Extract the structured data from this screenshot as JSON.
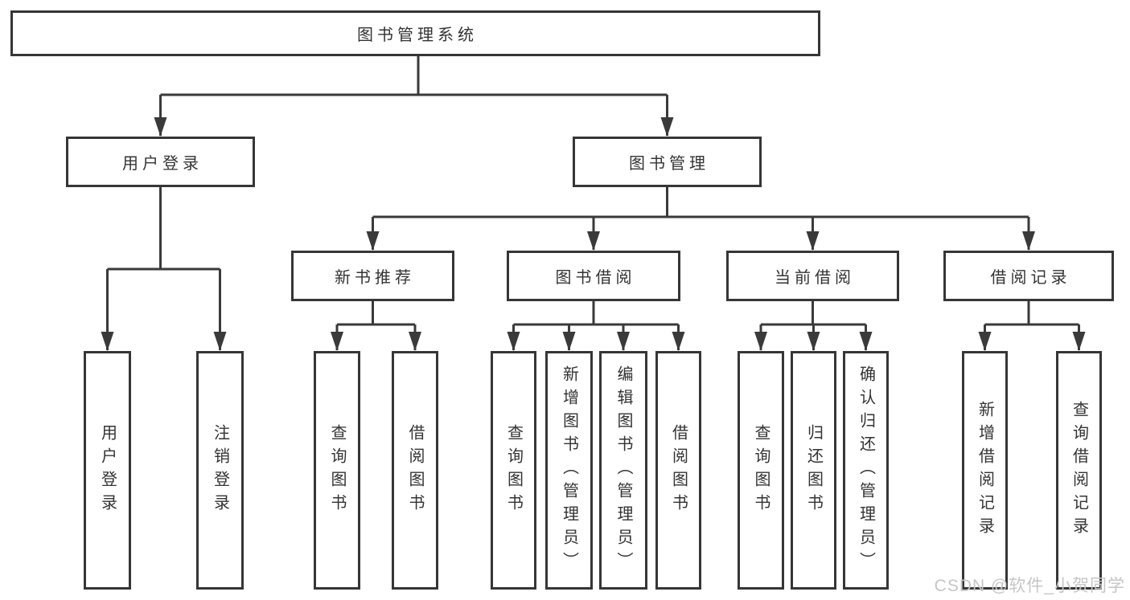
{
  "diagram": {
    "type": "hierarchy-tree",
    "tree": {
      "root": {
        "label": "图书管理系统"
      },
      "branches": [
        {
          "label": "用户登录",
          "children": [
            {
              "label": "用户登录"
            },
            {
              "label": "注销登录"
            }
          ]
        },
        {
          "label": "图书管理",
          "children": [
            {
              "label": "新书推荐",
              "children": [
                {
                  "label": "查询图书"
                },
                {
                  "label": "借阅图书"
                }
              ]
            },
            {
              "label": "图书借阅",
              "children": [
                {
                  "label": "查询图书"
                },
                {
                  "label": "新增图书（管理员）"
                },
                {
                  "label": "编辑图书（管理员）"
                },
                {
                  "label": "借阅图书"
                }
              ]
            },
            {
              "label": "当前借阅",
              "children": [
                {
                  "label": "查询图书"
                },
                {
                  "label": "归还图书"
                },
                {
                  "label": "确认归还（管理员）"
                }
              ]
            },
            {
              "label": "借阅记录",
              "children": [
                {
                  "label": "新增借阅记录"
                },
                {
                  "label": "查询借阅记录"
                }
              ]
            }
          ]
        }
      ]
    },
    "watermark": {
      "text": "CSDN @软件_小贺同学"
    }
  },
  "colors": {
    "line": "#3a3a3a",
    "box_border": "#363636",
    "text": "#333333",
    "background": "#ffffff",
    "watermark": "#c6c6c6"
  }
}
